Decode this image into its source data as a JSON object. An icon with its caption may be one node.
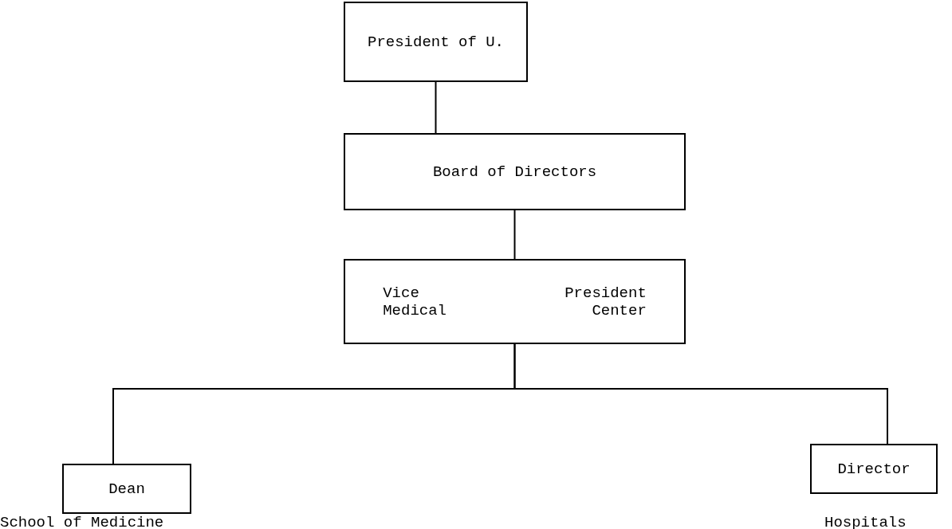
{
  "diagram": {
    "nodes": [
      {
        "text": [
          "President of U."
        ]
      },
      {
        "text": [
          "Board of Directors"
        ]
      },
      {
        "text": [
          "Vice President Medical Center"
        ]
      },
      {
        "text": [
          "Dean"
        ],
        "beside": [
          "School of Medicine"
        ]
      },
      {
        "text": [
          "Director"
        ],
        "beside": [
          "Hospitals"
        ]
      }
    ],
    "edges": [
      {
        "from": 0,
        "to": 1,
        "arrow": "none"
      },
      {
        "from": 1,
        "to": 2,
        "arrow": "none"
      },
      {
        "from": 2,
        "to": 3,
        "arrow": "none"
      },
      {
        "from": 2,
        "to": 4,
        "arrow": "none"
      }
    ]
  }
}
